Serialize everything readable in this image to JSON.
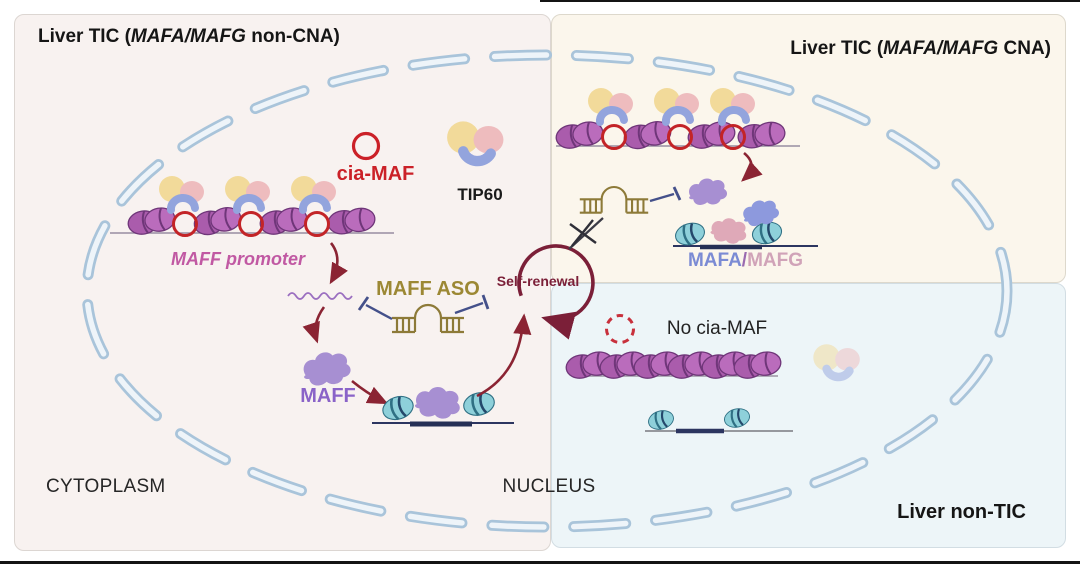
{
  "panels": {
    "tic_non_cna": {
      "title_prefix": "Liver TIC (",
      "title_gene": "MAFA/MAFG",
      "title_suffix": " non-CNA)",
      "bg_color": "#f8f2f0"
    },
    "tic_cna": {
      "title_prefix": "Liver TIC (",
      "title_gene": "MAFA/MAFG",
      "title_suffix": " CNA)",
      "bg_color": "#fbf6ec"
    },
    "non_tic": {
      "title": "Liver non-TIC",
      "bg_color": "#edf5f8"
    }
  },
  "labels": {
    "cia_maf": "cia-MAF",
    "tip60": "TIP60",
    "maff_promoter_gene": "MAFF",
    "maff_promoter_word": " promoter",
    "maff_aso": "MAFF ASO",
    "maff_protein": "MAFF",
    "self_renewal": "Self-renewal",
    "mafa": "MAFA",
    "gene_separator": "/",
    "mafg": "MAFG",
    "no_cia_maf": "No cia-MAF",
    "cytoplasm": "CYTOPLASM",
    "nucleus": "NUCLEUS"
  },
  "icons": {
    "nucleosome": "purple nucleosome disc pair",
    "cia_maf_circle": "red open circle",
    "cia_maf_absent_circle": "red dashed open circle",
    "tip60_complex": "yellow-pink-blue protein complex",
    "nuclear_membrane": "dashed light-blue capsule ellipse",
    "mrna": "purple wavy line",
    "aso_oligo": "gold ladder with central arch",
    "maff_protein_blob": "purple protein blob",
    "mafg_protein_blob": "pink protein blob",
    "mafa_protein_blob": "periwinkle protein blob",
    "ribosome": "teal striped disc",
    "inhibition_tbar": "navy T-bar",
    "activation_arrow": "maroon curved arrow",
    "self_renewal_loop": "maroon circular arrow",
    "blocked_x": "black X mark"
  },
  "colors": {
    "cia_maf_red": "#cb2128",
    "arrow_maroon": "#8b2433",
    "self_renewal_maroon": "#7b1f38",
    "maff_purple": "#8a63c8",
    "maff_aso_gold": "#9c8834",
    "maff_promoter_pink": "#c159a3",
    "mafa_blue": "#7b8bd4",
    "mafg_pink": "#d0a3b8",
    "membrane_blue": "#a9c4da",
    "nucleosome_purple": "#b266b4",
    "ribosome_teal": "#8ed0da",
    "tip60_yellow": "#f2da9a",
    "tip60_pink": "#eebcbe",
    "tip60_blue": "#93a4dd",
    "dna_line_navy": "#2c3560"
  }
}
